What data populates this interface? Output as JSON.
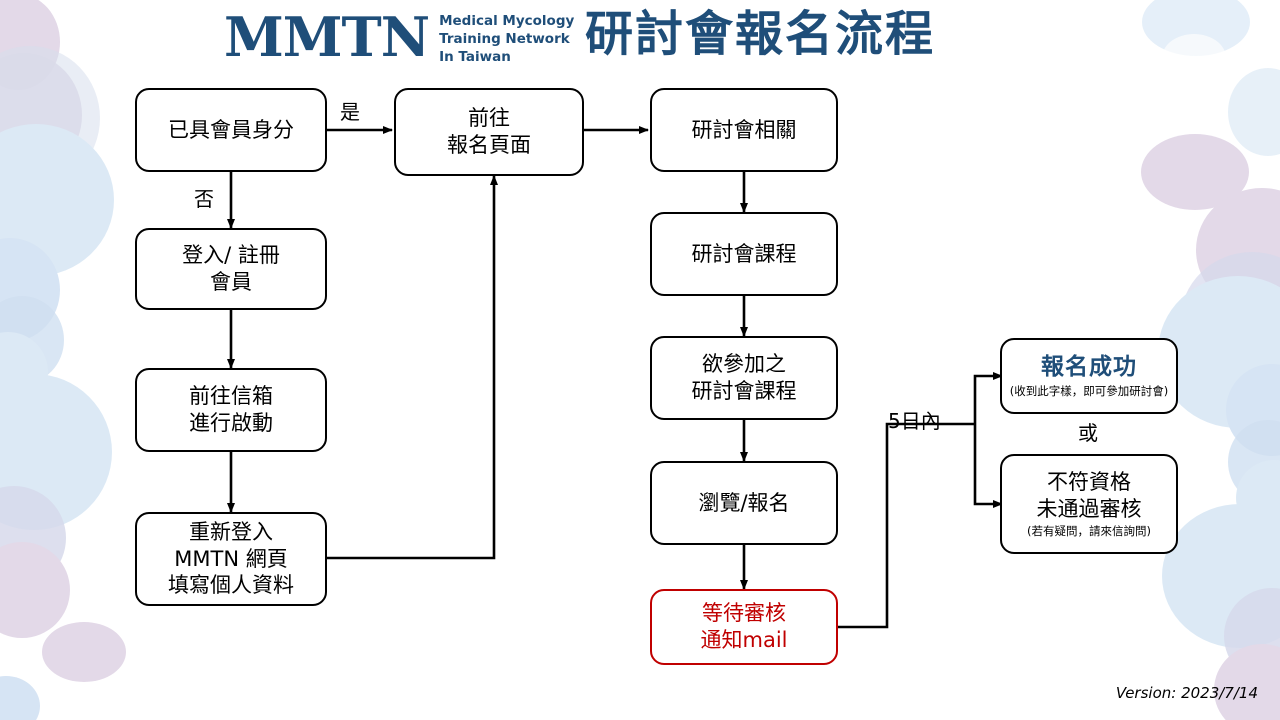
{
  "header": {
    "logo_mark": "MMTN",
    "logo_sub_line1": "Medical Mycology",
    "logo_sub_line2": "Training Network",
    "logo_sub_line3": "In Taiwan",
    "title": "研討會報名流程",
    "brand_color": "#1f4e79"
  },
  "footer": {
    "version": "Version: 2023/7/14"
  },
  "colors": {
    "brand_blue": "#1f4e79",
    "alert_red": "#c00000",
    "box_border": "#000000",
    "decor_blue": "#d6e6f4",
    "decor_purple": "#ded2e4"
  },
  "nodes": {
    "member_check": {
      "line1": "已具會員身分"
    },
    "login_register": {
      "line1": "登入/ 註冊",
      "line2": "會員"
    },
    "mailbox_activate": {
      "line1": "前往信箱",
      "line2": "進行啟動"
    },
    "relogin_profile": {
      "line1": "重新登入",
      "line2": "MMTN 網頁",
      "line3": "填寫個人資料"
    },
    "go_signup_page": {
      "line1": "前往",
      "line2": "報名頁面"
    },
    "seminar_related": {
      "line1": "研討會相關"
    },
    "seminar_course": {
      "line1": "研討會課程"
    },
    "desired_course": {
      "line1": "欲參加之",
      "line2": "研討會課程"
    },
    "browse_signup": {
      "line1": "瀏覽/報名"
    },
    "await_review": {
      "line1": "等待審核",
      "line2": "通知mail"
    },
    "signup_success": {
      "line1": "報名成功",
      "sub": "(收到此字樣，即可參加研討會)"
    },
    "not_qualified": {
      "line1": "不符資格",
      "line2": "未通過審核",
      "sub": "(若有疑問，請來信詢問)"
    }
  },
  "edge_labels": {
    "yes": "是",
    "no": "否",
    "within_5_days": "5日內",
    "or": "或"
  }
}
